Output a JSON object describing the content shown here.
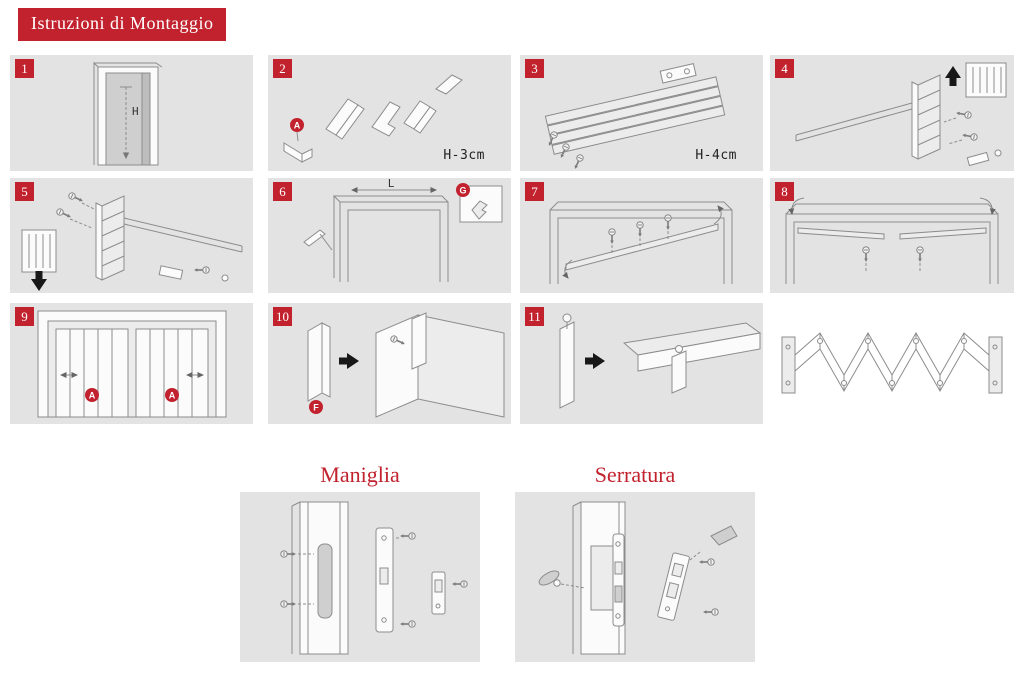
{
  "page": {
    "title": "Istruzioni di Montaggio",
    "colors": {
      "accent": "#c1222e",
      "panel_background": "#e3e3e3"
    }
  },
  "labels": {
    "door_height": "H",
    "frame_width": "L"
  },
  "steps": [
    {
      "number": "1"
    },
    {
      "number": "2",
      "caption": "H-3cm",
      "badge": "A"
    },
    {
      "number": "3",
      "caption": "H-4cm"
    },
    {
      "number": "4"
    },
    {
      "number": "5"
    },
    {
      "number": "6",
      "badge": "G"
    },
    {
      "number": "7"
    },
    {
      "number": "8"
    },
    {
      "number": "9",
      "badge_left": "A",
      "badge_right": "A"
    },
    {
      "number": "10",
      "badge": "F"
    },
    {
      "number": "11"
    }
  ],
  "sections": [
    {
      "title": "Maniglia"
    },
    {
      "title": "Serratura"
    }
  ]
}
